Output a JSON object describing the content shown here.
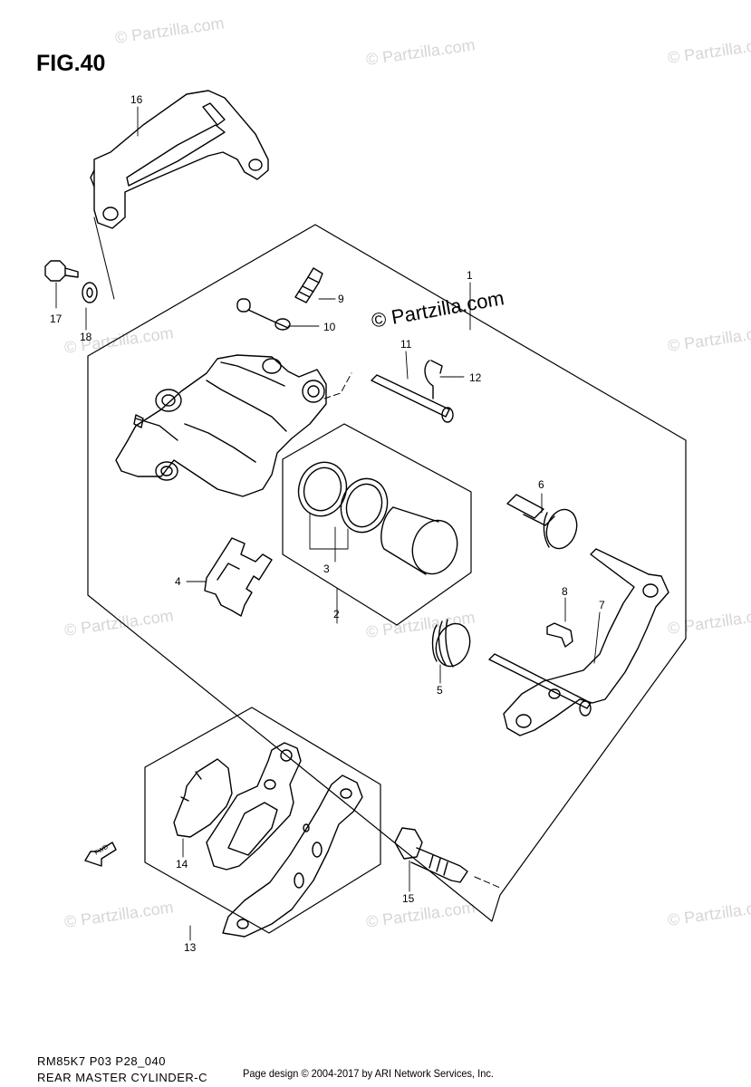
{
  "figure": {
    "title": "FIG.40",
    "footer_code": "RM85K7 P03 P28_040",
    "footer_name": "REAR MASTER CYLINDER-C",
    "copyright": "Page design © 2004-2017 by ARI Network Services, Inc.",
    "center_watermark": "© Partzilla.com",
    "watermark": "© Partzilla.com",
    "fwd_label": "FWD"
  },
  "callouts": [
    "1",
    "2",
    "3",
    "4",
    "5",
    "6",
    "7",
    "8",
    "9",
    "10",
    "11",
    "12",
    "13",
    "14",
    "15",
    "16",
    "17",
    "18"
  ]
}
